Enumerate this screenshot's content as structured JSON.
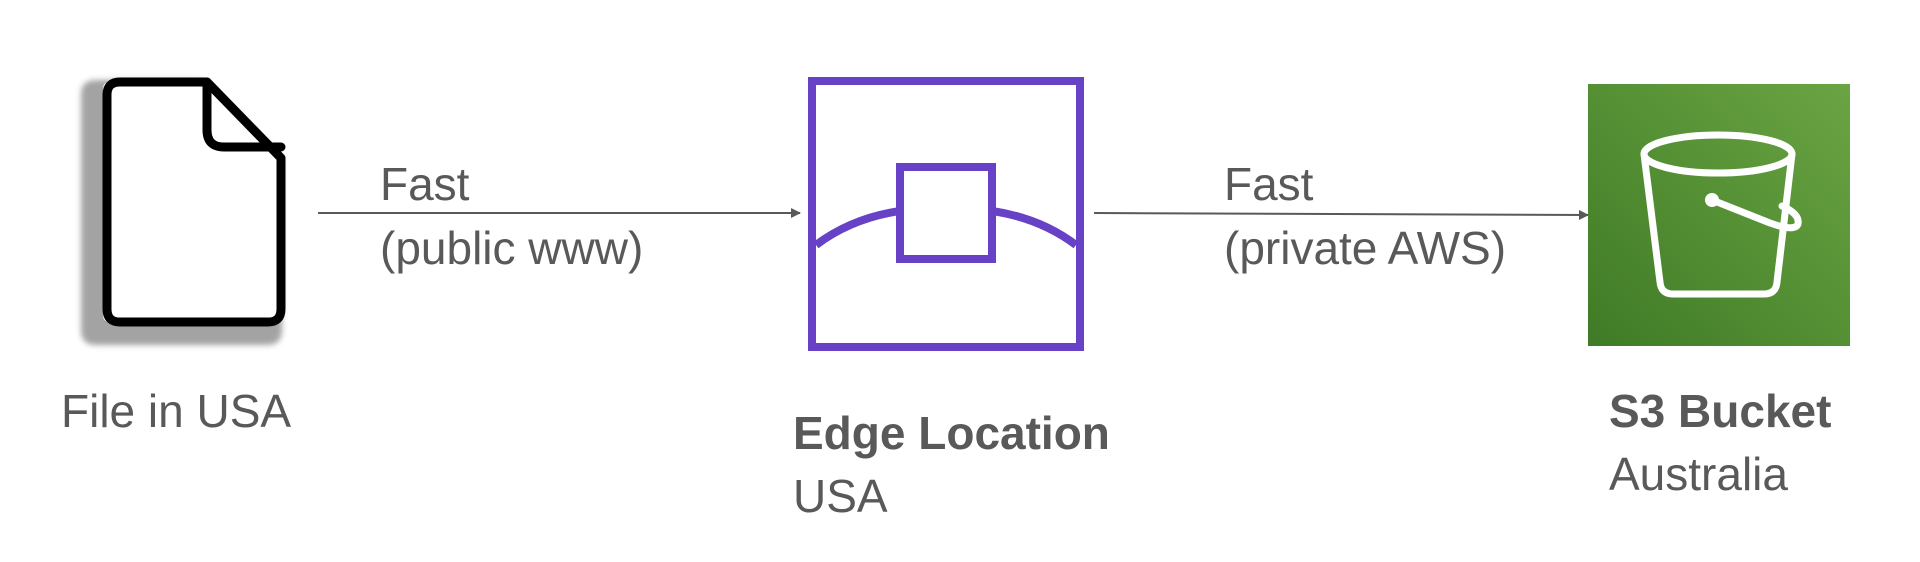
{
  "nodes": {
    "file": {
      "label": "File in USA",
      "icon": "document-icon"
    },
    "edge": {
      "name": "Edge Location",
      "region": "USA",
      "icon": "edge-location-icon",
      "color": "#6741c6"
    },
    "bucket": {
      "name": "S3 Bucket",
      "region": "Australia",
      "icon": "s3-bucket-icon",
      "colors": [
        "#3f7b26",
        "#6aa443"
      ]
    }
  },
  "edges": [
    {
      "from": "file",
      "to": "edge",
      "label_line1": "Fast",
      "label_line2": "(public www)"
    },
    {
      "from": "edge",
      "to": "bucket",
      "label_line1": "Fast",
      "label_line2": "(private AWS)"
    }
  ],
  "colors": {
    "text": "#595959",
    "arrow": "#595959"
  }
}
